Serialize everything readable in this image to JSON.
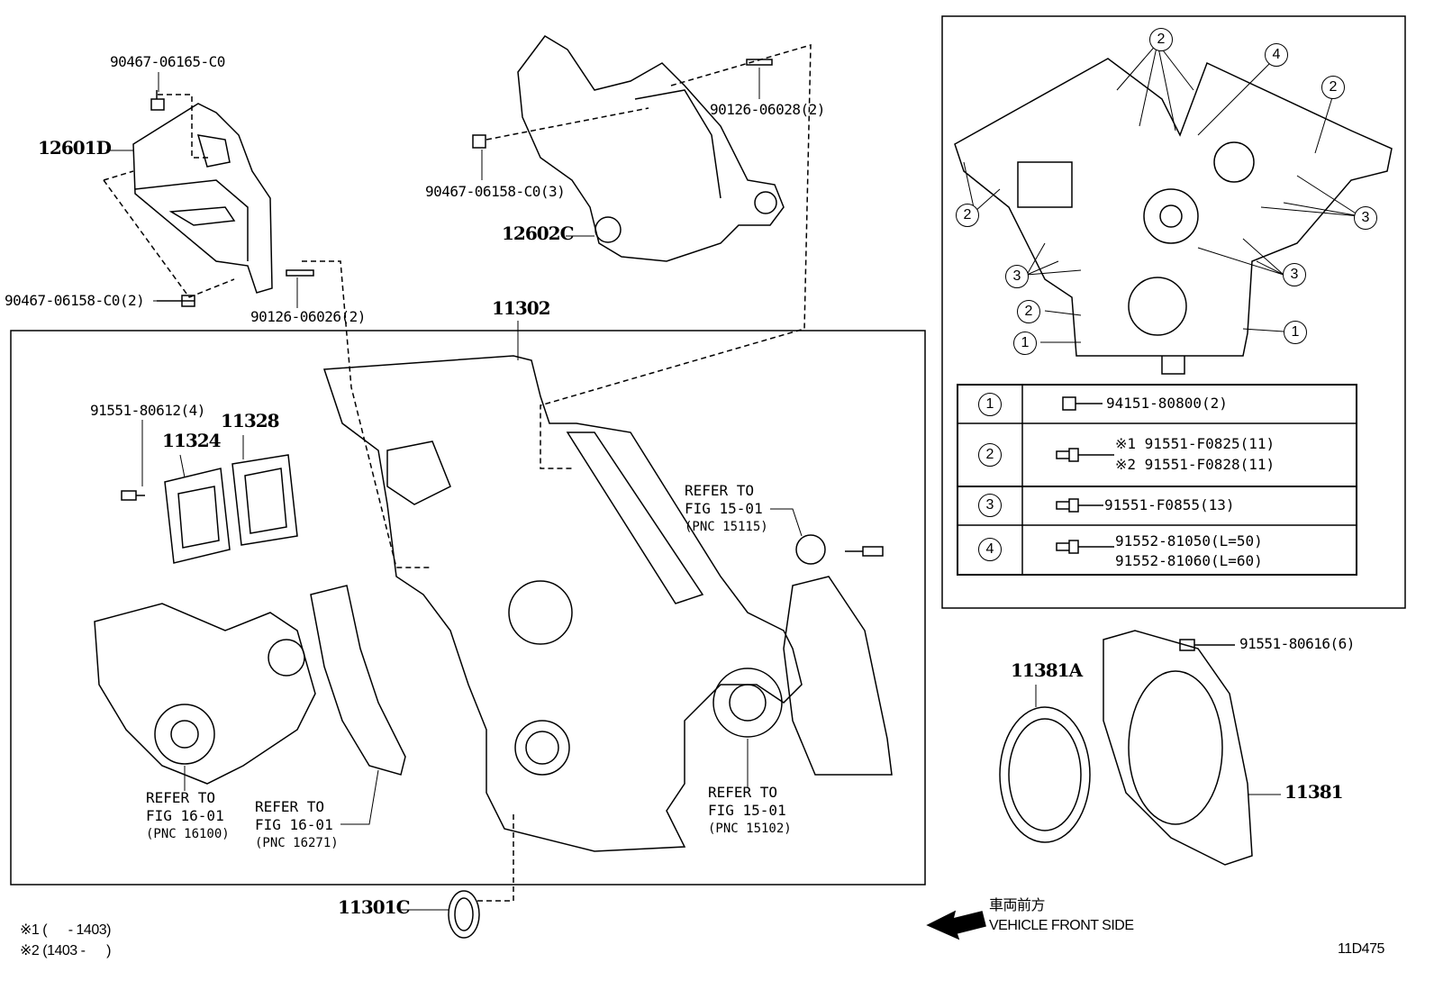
{
  "diagram_code": "11D475",
  "labels": {
    "bolt_90467_06165": "90467-06165-C0",
    "part_12601D": "12601D",
    "bolt_90467_06158_2": "90467-06158-C0(2)",
    "stud_90126_06026": "90126-06026(2)",
    "bolt_90467_06158_3": "90467-06158-C0(3)",
    "part_12602C": "12602C",
    "stud_90126_06028": "90126-06028(2)",
    "part_11302": "11302",
    "bolt_91551_80612": "91551-80612(4)",
    "part_11328": "11328",
    "part_11324": "11324",
    "part_11301C": "11301C",
    "part_11381A": "11381A",
    "bolt_91551_80616": "91551-80616(6)",
    "part_11381": "11381"
  },
  "references": [
    {
      "line1": "REFER TO",
      "line2": "FIG 15-01",
      "pnc": "(PNC 15115)"
    },
    {
      "line1": "REFER TO",
      "line2": "FIG 16-01",
      "pnc": "(PNC 16100)"
    },
    {
      "line1": "REFER TO",
      "line2": "FIG 16-01",
      "pnc": "(PNC 16271)"
    },
    {
      "line1": "REFER TO",
      "line2": "FIG 15-01",
      "pnc": "(PNC 15102)"
    }
  ],
  "direction": {
    "jp": "車両前方",
    "en": "VEHICLE FRONT SIDE"
  },
  "notes": [
    "※1 (      - 1403)",
    "※2 (1403 -      )"
  ],
  "inset_callouts": [
    "1",
    "2",
    "3",
    "4"
  ],
  "bolt_table": [
    {
      "key": "1",
      "parts": [
        "94151-80800(2)"
      ]
    },
    {
      "key": "2",
      "parts": [
        "※1 91551-F0825(11)",
        "※2 91551-F0828(11)"
      ]
    },
    {
      "key": "3",
      "parts": [
        "91551-F0855(13)"
      ]
    },
    {
      "key": "4",
      "parts": [
        "91552-81050(L=50)",
        "91552-81060(L=60)"
      ]
    }
  ]
}
